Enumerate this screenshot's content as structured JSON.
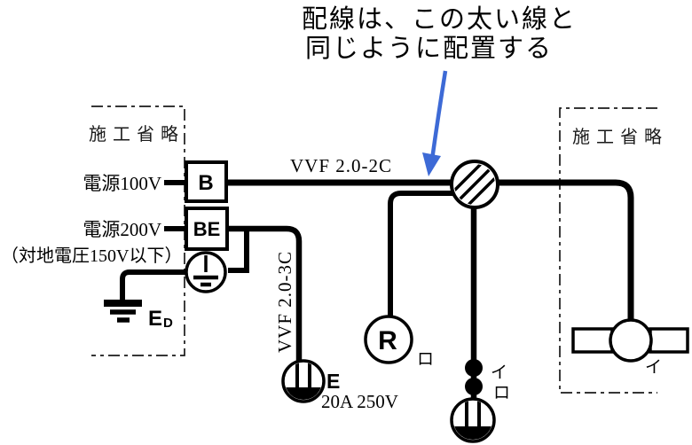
{
  "annotation": {
    "line1": "配線は、この太い線と",
    "line2": "同じように配置する",
    "color": "#3d6ad6"
  },
  "omission_boxes": {
    "left_label": "施工省略",
    "right_label": "施工省略"
  },
  "sources": {
    "source_100v": "電源100V",
    "source_200v": "電源200V",
    "source_200v_note": "（対地電圧150V以下）"
  },
  "cables": {
    "horizontal": "VVF 2.0-2C",
    "vertical": "VVF 2.0-3C"
  },
  "devices": {
    "breaker": "B",
    "breaker_earth": "BE",
    "ground_label_main": "E",
    "ground_label_sub": "D",
    "outlet_earth_label": "E",
    "outlet_rating": "20A 250V",
    "lamp_letter": "R",
    "lamp_tag": "ロ",
    "switch_tag_top": "イ",
    "switch_tag_bottom": "ロ",
    "fixture_tag": "イ"
  }
}
